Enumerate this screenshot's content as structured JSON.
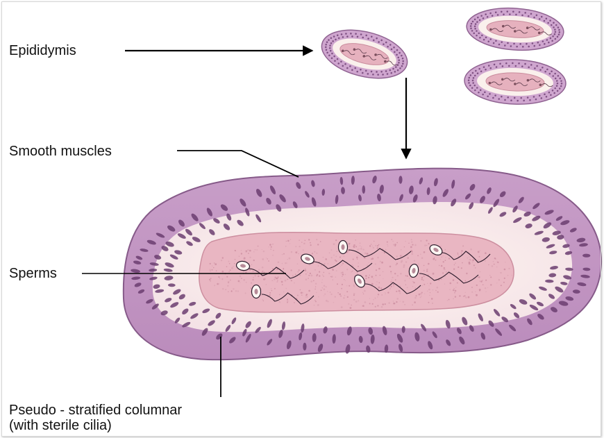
{
  "labels": {
    "epididymis": "Epididymis",
    "smooth_muscles": "Smooth muscles",
    "sperms": "Sperms",
    "pseudo_line1": "Pseudo - stratified columnar",
    "pseudo_line2": "(with sterile cilia)"
  },
  "colors": {
    "wall": "#c496c4",
    "wall_edge": "#8a5c8c",
    "wall_inner": "#d6b3d4",
    "nuclei": "#6b3d70",
    "clear_zone": "#faf1ec",
    "lumen": "#e7b3bf",
    "lumen_edge": "#c98b9c",
    "sperm_line": "#2a1a2a",
    "pointer": "#000000"
  }
}
